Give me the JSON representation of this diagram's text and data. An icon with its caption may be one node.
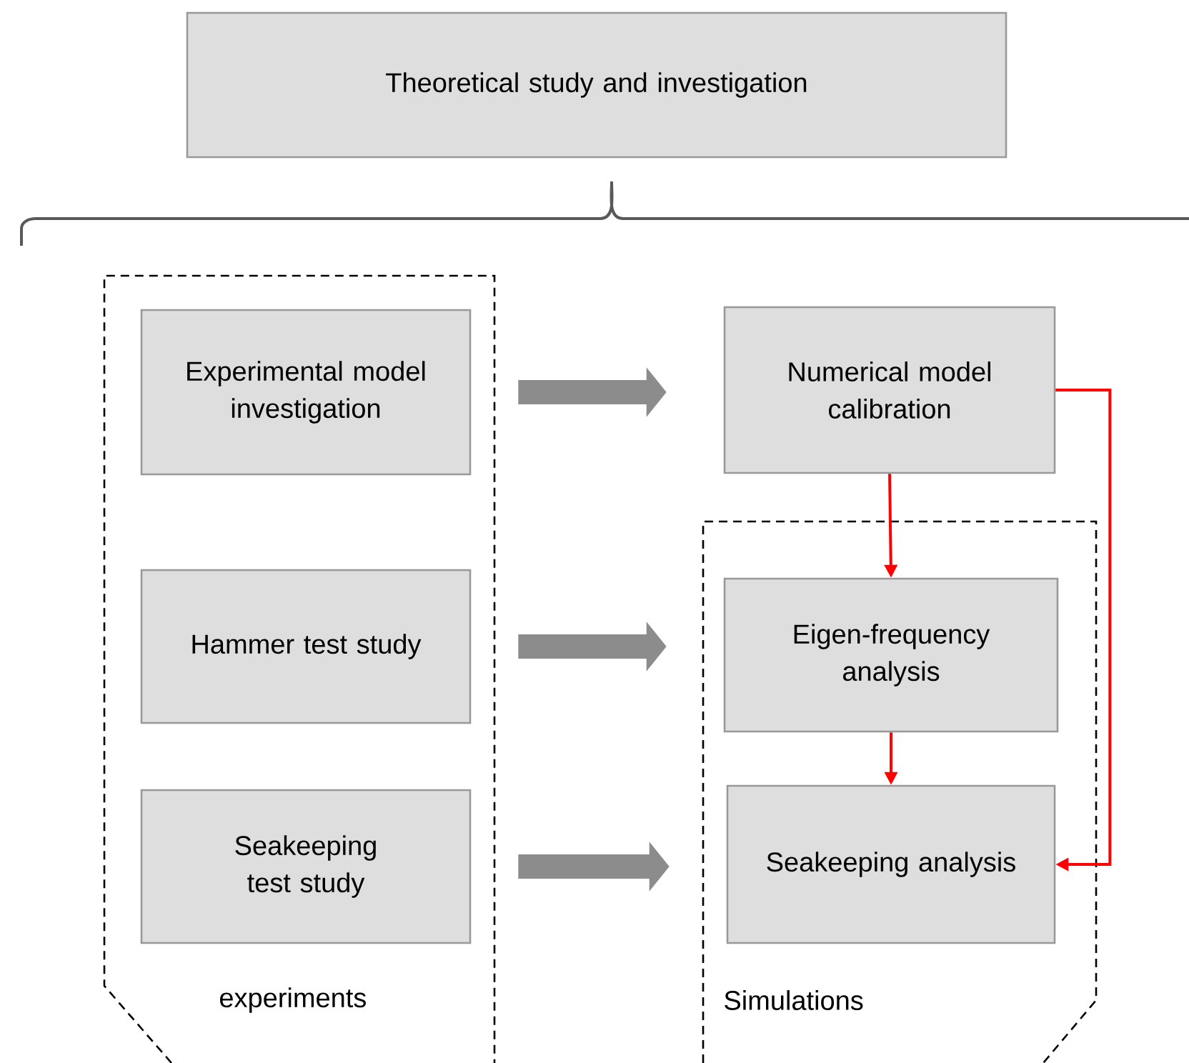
{
  "diagram": {
    "nodes": [
      {
        "text": [
          "Theoretical study and investigation"
        ]
      },
      {
        "text": [
          "experiments"
        ]
      },
      {
        "text": [
          "Experimental model investigation"
        ],
        "in": 1
      },
      {
        "text": [
          "Hammer test study"
        ],
        "in": 1
      },
      {
        "text": [
          "Seakeeping test study"
        ],
        "in": 1
      },
      {
        "text": [
          "Numerical model calibration"
        ]
      },
      {
        "text": [
          "Simulations"
        ]
      },
      {
        "text": [
          "Eigen-frequency analysis"
        ],
        "in": 6
      },
      {
        "text": [
          "Seakeeping analysis"
        ],
        "in": 6
      }
    ],
    "edges": [
      {
        "from": 2,
        "to": 5,
        "arrow": "to",
        "style": "thick",
        "color": "#8c8c8c"
      },
      {
        "from": 3,
        "to": 7,
        "arrow": "to",
        "style": "thick",
        "color": "#8c8c8c"
      },
      {
        "from": 4,
        "to": 8,
        "arrow": "to",
        "style": "thick",
        "color": "#8c8c8c"
      },
      {
        "from": 5,
        "to": 7,
        "arrow": "to",
        "color": "#ff0000"
      },
      {
        "from": 7,
        "to": 8,
        "arrow": "to",
        "color": "#ff0000"
      },
      {
        "from": 5,
        "to": 8,
        "arrow": "to",
        "color": "#ff0000"
      }
    ]
  }
}
